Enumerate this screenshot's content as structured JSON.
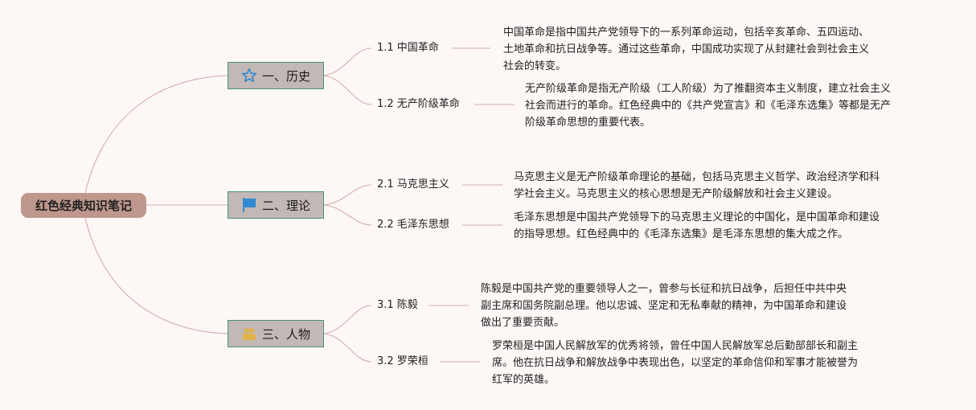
{
  "root": {
    "title": "红色经典知识笔记"
  },
  "branches": [
    {
      "label": "一、历史",
      "icon": "star-icon",
      "leaves": [
        {
          "label": "1.1 中国革命",
          "desc": [
            "中国革命是指中国共产党领导下的一系列革命运动，包括辛亥革命、五四运动、",
            "土地革命和抗日战争等。通过这些革命，中国成功实现了从封建社会到社会主义",
            "社会的转变。"
          ]
        },
        {
          "label": "1.2 无产阶级革命",
          "desc": [
            "无产阶级革命是指无产阶级（工人阶级）为了推翻资本主义制度，建立社会主义",
            "社会而进行的革命。红色经典中的《共产党宣言》和《毛泽东选集》等都是无产",
            "阶级革命思想的重要代表。"
          ]
        }
      ]
    },
    {
      "label": "二、理论",
      "icon": "flag-icon",
      "leaves": [
        {
          "label": "2.1 马克思主义",
          "desc": [
            "马克思主义是无产阶级革命理论的基础，包括马克思主义哲学、政治经济学和科",
            "学社会主义。马克思主义的核心思想是无产阶级解放和社会主义建设。"
          ]
        },
        {
          "label": "2.2 毛泽东思想",
          "desc": [
            "毛泽东思想是中国共产党领导下的马克思主义理论的中国化，是中国革命和建设",
            "的指导思想。红色经典中的《毛泽东选集》是毛泽东思想的集大成之作。"
          ]
        }
      ]
    },
    {
      "label": "三、人物",
      "icon": "people-icon",
      "leaves": [
        {
          "label": "3.1 陈毅",
          "desc": [
            "陈毅是中国共产党的重要领导人之一，曾参与长征和抗日战争，后担任中共中央",
            "副主席和国务院副总理。他以忠诚、坚定和无私奉献的精神，为中国革命和建设",
            "做出了重要贡献。"
          ]
        },
        {
          "label": "3.2 罗荣桓",
          "desc": [
            "罗荣桓是中国人民解放军的优秀将领，曾任中国人民解放军总后勤部部长和副主",
            "席。他在抗日战争和解放战争中表现出色，以坚定的革命信仰和军事才能被誉为",
            "红军的英雄。"
          ]
        }
      ]
    }
  ],
  "colors": {
    "root_fill": "#c0978c",
    "branch_fill": "#c2b8b5",
    "branch_border": "#4c9278",
    "connector": "#d3b0a7",
    "star": "#2f89d1",
    "flag": "#2f89d1",
    "people": "#e2b24a"
  }
}
